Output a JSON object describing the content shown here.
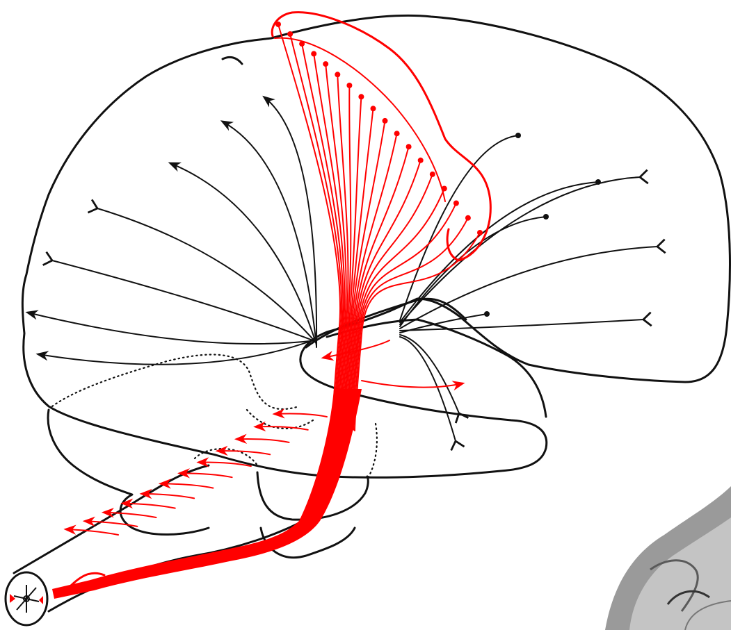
{
  "figure": {
    "colors": {
      "outline": "#111111",
      "pathway": "#ff0000",
      "background": "#ffffff",
      "section_grey": "#9a9a9a"
    },
    "black_fiber_count": 16,
    "red_cortical_fiber_count": 18,
    "red_descending_arrow_count": 12
  }
}
